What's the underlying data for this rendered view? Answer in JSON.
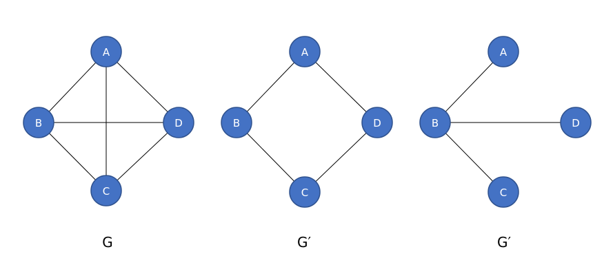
{
  "graphs": [
    {
      "caption": "G",
      "nodes": [
        "A",
        "B",
        "C",
        "D"
      ],
      "edges": [
        [
          "A",
          "B"
        ],
        [
          "A",
          "D"
        ],
        [
          "A",
          "C"
        ],
        [
          "B",
          "D"
        ],
        [
          "B",
          "C"
        ],
        [
          "C",
          "D"
        ]
      ]
    },
    {
      "caption": "G′",
      "nodes": [
        "A",
        "B",
        "C",
        "D"
      ],
      "edges": [
        [
          "A",
          "B"
        ],
        [
          "A",
          "D"
        ],
        [
          "B",
          "C"
        ],
        [
          "C",
          "D"
        ]
      ]
    },
    {
      "caption": "G′",
      "nodes": [
        "A",
        "B",
        "C",
        "D"
      ],
      "edges": [
        [
          "B",
          "A"
        ],
        [
          "B",
          "D"
        ],
        [
          "B",
          "C"
        ]
      ]
    }
  ],
  "colors": {
    "node_fill": "#4472c4",
    "node_stroke": "#2f528f",
    "node_text": "#ffffff",
    "edge": "#000000"
  }
}
